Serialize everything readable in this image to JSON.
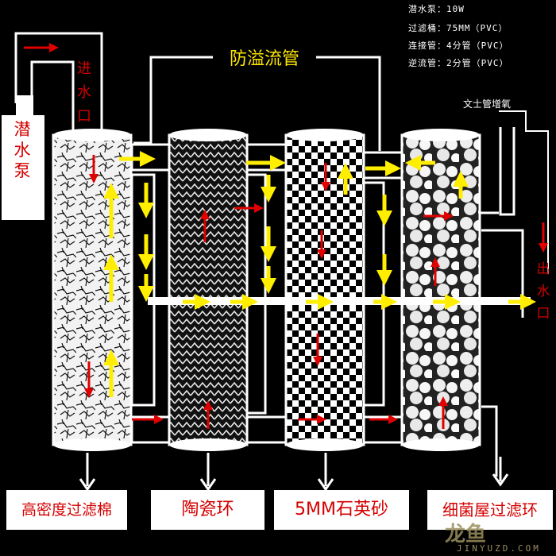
{
  "specs": {
    "line1": "潜水泵：10W",
    "line2": "过滤桶：75MM（PVC）",
    "line3": "连接管：4分管（PVC）",
    "line4": "逆流管：2分管（PVC）"
  },
  "labels": {
    "pump": "潜水泵",
    "inlet": "进水口",
    "outlet": "出水口",
    "overflow_pipe": "防溢流管",
    "venturi": "文士管增氧"
  },
  "stages": [
    {
      "label": "高密度过滤棉"
    },
    {
      "label": "陶瓷环"
    },
    {
      "label": "5MM石英砂"
    },
    {
      "label": "细菌屋过滤环"
    }
  ],
  "watermark": {
    "text": "龙鱼",
    "sub": "JINYUZD.COM"
  },
  "colors": {
    "flow_yellow": "#ffee00",
    "flow_red": "#e00000",
    "label_red": "#d40000"
  }
}
